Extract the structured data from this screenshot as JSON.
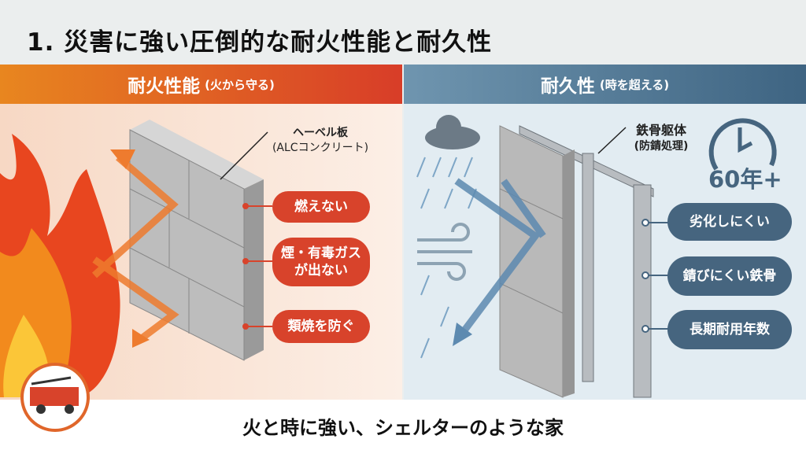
{
  "title": "1. 災害に強い圧倒的な耐火性能と耐久性",
  "left": {
    "heading": "耐火性能",
    "sub": "(火から守る)",
    "material_label": "ヘーベル板",
    "material_sub": "(ALCコンクリート)",
    "bubbles": [
      "燃えない",
      "煙・有毒ガス",
      "が出ない",
      "類焼を防ぐ"
    ],
    "color": "#d8432b"
  },
  "right": {
    "heading": "耐久性",
    "sub": "(時を超える)",
    "frame_label": "鉄骨躯体",
    "frame_sub": "(防錆処理)",
    "years": "60年+",
    "bubbles": [
      "劣化しにくい",
      "錆びにくい鉄骨",
      "長期耐用年数"
    ],
    "color": "#46657f"
  },
  "caption": "火と時に強い、シェルターのような家"
}
